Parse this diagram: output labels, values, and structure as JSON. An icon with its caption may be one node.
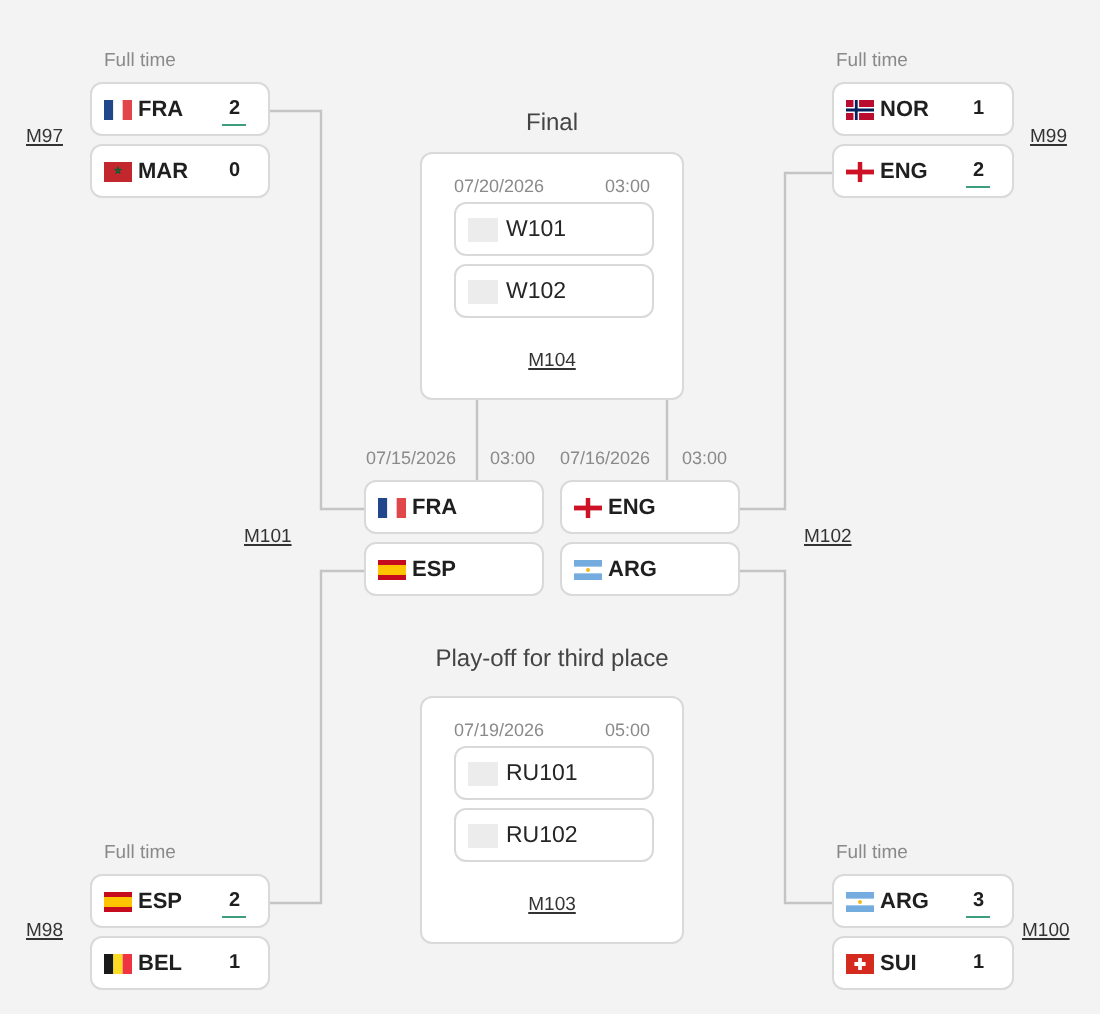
{
  "diagram": {
    "nodes": [
      {
        "text": [
          "FRA",
          "2"
        ]
      },
      {
        "text": [
          "MAR",
          "0"
        ]
      },
      {
        "text": [
          "Final",
          "07/20/2026",
          "03:00",
          "M104"
        ]
      },
      {
        "text": [
          "W101"
        ],
        "in": 2
      },
      {
        "text": [
          "W102"
        ],
        "in": 2
      },
      {
        "text": [
          "NOR",
          "1"
        ]
      },
      {
        "text": [
          "ENG",
          "2"
        ]
      },
      {
        "text": [
          "FRA"
        ]
      },
      {
        "text": [
          "ESP"
        ]
      },
      {
        "text": [
          "ENG"
        ]
      },
      {
        "text": [
          "ARG"
        ]
      },
      {
        "text": [
          "Play-off for third place",
          "07/19/2026",
          "05:00",
          "M103"
        ]
      },
      {
        "text": [
          "RU101"
        ],
        "in": 11
      },
      {
        "text": [
          "RU102"
        ],
        "in": 11
      },
      {
        "text": [
          "ESP",
          "2"
        ]
      },
      {
        "text": [
          "BEL",
          "1"
        ]
      },
      {
        "text": [
          "ARG",
          "3"
        ]
      },
      {
        "text": [
          "SUI",
          "1"
        ]
      }
    ],
    "edges": [
      {
        "from": 0,
        "to": 7,
        "arrow": "none"
      },
      {
        "from": 14,
        "to": 8,
        "arrow": "none"
      },
      {
        "from": 6,
        "to": 9,
        "arrow": "none"
      },
      {
        "from": 16,
        "to": 10,
        "arrow": "none"
      },
      {
        "from": 7,
        "to": 2,
        "arrow": "none"
      },
      {
        "from": 9,
        "to": 2,
        "arrow": "none"
      }
    ],
    "labels": [
      "Full time",
      "M97",
      "Full time",
      "M99",
      "07/15/2026",
      "03:00",
      "07/16/2026",
      "03:00",
      "M101",
      "M102",
      "Full time",
      "M98",
      "Full time",
      "M100"
    ]
  }
}
